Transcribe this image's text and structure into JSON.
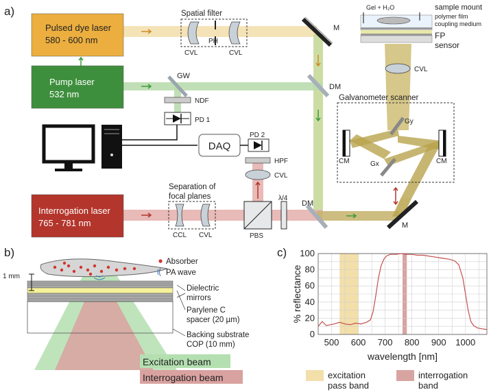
{
  "panel_a": {
    "label": "a)",
    "pulsed_laser": {
      "line1": "Pulsed dye laser",
      "line2": "580 - 600 nm",
      "color": "#ebae3f"
    },
    "pump_laser": {
      "line1": "Pump laser",
      "line2": "532 nm",
      "color": "#3e8f3d"
    },
    "interrogation_laser": {
      "line1": "Interrogation laser",
      "line2": "765 - 781 nm",
      "color": "#b3352c"
    },
    "spatial_filter": {
      "title": "Spatial filter",
      "lens1": "CVL",
      "pinhole": "PH",
      "lens2": "CVL"
    },
    "separation": {
      "title1": "Separation of",
      "title2": "focal planes",
      "lens1": "CCL",
      "lens2": "CVL"
    },
    "labels": {
      "gw": "GW",
      "ndf": "NDF",
      "pd1": "PD 1",
      "pd2": "PD 2",
      "hpf": "HPF",
      "cvl_pd2": "CVL",
      "daq": "DAQ",
      "pbs": "PBS",
      "qwp": "λ/4",
      "dm_bottom": "DM",
      "dm_middle": "DM",
      "m_top": "M",
      "m_bottom": "M",
      "cvl_sensor": "CVL",
      "cm_left": "CM",
      "cm_right": "CM",
      "gy": "Gy",
      "gx": "Gx",
      "scanner_title": "Galvanometer scanner"
    },
    "sample": {
      "gel": "Gel + H₂O",
      "mount": "sample mount",
      "film": "polymer film",
      "coupling": "coupling medium",
      "fp1": "FP",
      "fp2": "sensor"
    }
  },
  "panel_b": {
    "label": "b)",
    "scale": "1 mm",
    "absorber": "Absorber",
    "pa_wave": "PA wave",
    "dielectric1": "Dielectric",
    "dielectric2": "mirrors",
    "spacer1": "Parylene C",
    "spacer2": "spacer (20 µm)",
    "backing1": "Backing substrate",
    "backing2": "COP (10 mm)",
    "excitation_beam": "Excitation beam",
    "interrogation_beam": "Interrogation beam",
    "excitation_color": "#b4dfb0",
    "interrogation_color": "#d9a2a0"
  },
  "panel_c": {
    "label": "c)",
    "legend_excitation1": "excitation",
    "legend_excitation2": "pass band",
    "legend_interrogation1": "interrogation",
    "legend_interrogation2": "band",
    "excitation_band_color": "#f3dfaa",
    "interrogation_band_color": "#d8a4a2",
    "curve_color": "#c3504f"
  },
  "chart_data": {
    "type": "line",
    "xlabel": "wavelength [nm]",
    "ylabel": "% reflectance",
    "xlim": [
      450,
      1080
    ],
    "ylim": [
      0,
      100
    ],
    "xticks": [
      500,
      600,
      700,
      800,
      900,
      1000
    ],
    "yticks": [
      0,
      20,
      40,
      60,
      80,
      100
    ],
    "grid": true,
    "bands": [
      {
        "name": "excitation pass band",
        "range": [
          530,
          600
        ]
      },
      {
        "name": "interrogation band",
        "range": [
          765,
          781
        ]
      }
    ],
    "series": [
      {
        "x": [
          450,
          465,
          480,
          495,
          510,
          530,
          550,
          570,
          590,
          610,
          630,
          645,
          655,
          665,
          675,
          685,
          695,
          705,
          720,
          740,
          760,
          780,
          800,
          820,
          840,
          860,
          880,
          900,
          920,
          940,
          960,
          975,
          990,
          1000,
          1010,
          1020,
          1030,
          1045,
          1060,
          1080
        ],
        "values": [
          10,
          16,
          11,
          12,
          13,
          15,
          13,
          12,
          14,
          13,
          15,
          18,
          28,
          48,
          70,
          85,
          93,
          97,
          99,
          99,
          100,
          99,
          99,
          98,
          98,
          97,
          96,
          95,
          94,
          93,
          91,
          86,
          70,
          50,
          30,
          16,
          11,
          8,
          7,
          6
        ]
      }
    ]
  }
}
